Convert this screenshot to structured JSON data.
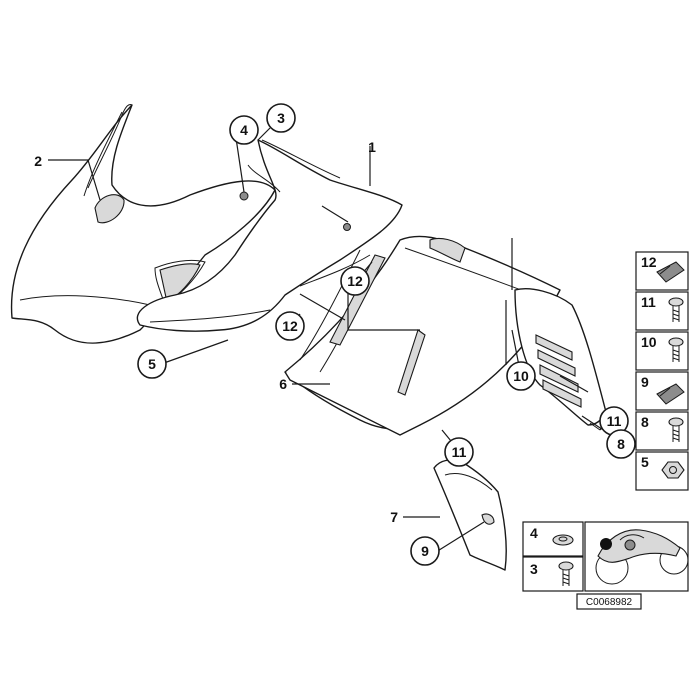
{
  "diagram": {
    "callouts": {
      "c1": "1",
      "c2": "2",
      "c3": "3",
      "c4": "4",
      "c5": "5",
      "c6": "6",
      "c7": "7",
      "c8": "8",
      "c9": "9",
      "c10": "10",
      "c11a": "11",
      "c11b": "11",
      "c12a": "12",
      "c12b": "12"
    },
    "legend": [
      {
        "key": "12",
        "icon": "speed-nut-icon"
      },
      {
        "key": "11",
        "icon": "screw-icon"
      },
      {
        "key": "10",
        "icon": "screw-icon"
      },
      {
        "key": "9",
        "icon": "speed-nut-icon"
      },
      {
        "key": "8",
        "icon": "screw-icon"
      },
      {
        "key": "5",
        "icon": "hex-nut-icon"
      },
      {
        "key": "4",
        "icon": "washer-icon"
      },
      {
        "key": "3",
        "icon": "screw-icon"
      }
    ],
    "locator_icon": "motorcycle-locator-icon",
    "code": "C0068982"
  }
}
